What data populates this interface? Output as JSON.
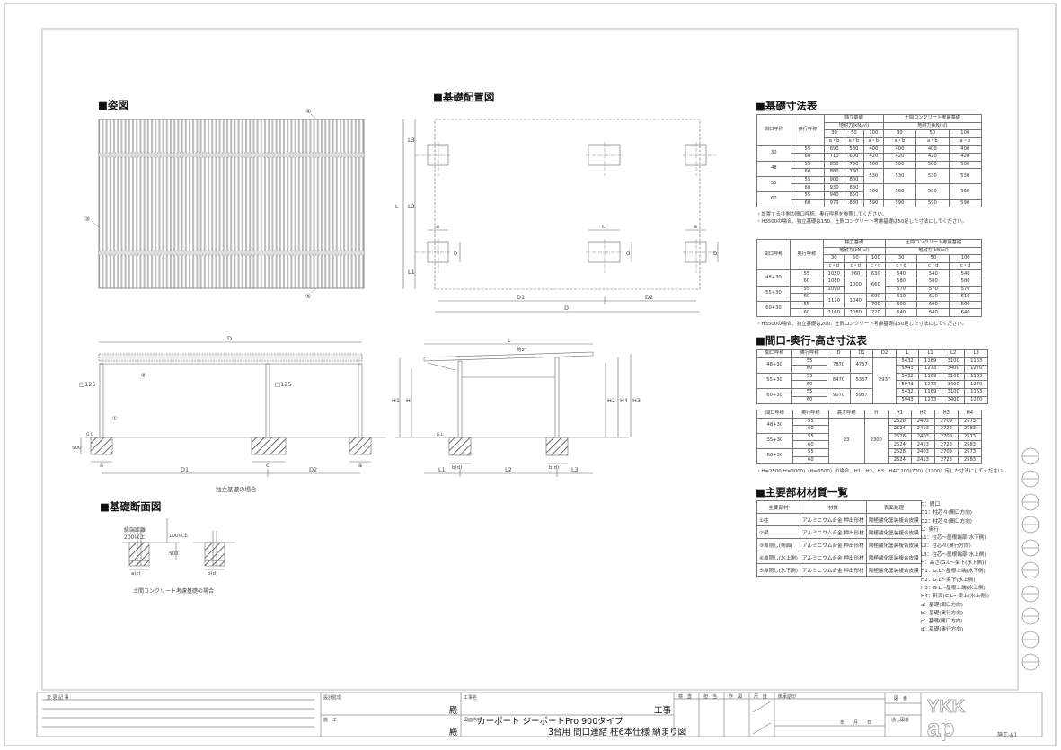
{
  "sections": {
    "elevation_title": "■姿図",
    "layout_title": "■基礎配置図",
    "foundation_table_title": "■基礎寸法表",
    "height_table_title": "■間口-奥行-高さ寸法表",
    "section_title": "■基礎断面図",
    "material_title": "■主要部材材質一覧"
  },
  "drawing_labels": {
    "D": "D",
    "D1": "D1",
    "D2": "D2",
    "L": "L",
    "L1": "L1",
    "L2": "L2",
    "L3": "L3",
    "H": "H",
    "H1": "H1",
    "H2": "H2",
    "H3": "H3",
    "H4": "H4",
    "a": "a",
    "b": "b",
    "c": "c",
    "d": "d",
    "bd": "b(d)",
    "ac": "a(c)",
    "post": "□125",
    "gl": "G L",
    "depth": "500",
    "slope": "約2°",
    "c1": "①",
    "c2": "②",
    "c4": "④",
    "c5": "⑤",
    "c3": "③",
    "independent_caption": "独立基礎の場合",
    "edge_distance": "縁端距離",
    "edge_value": "200以上",
    "over100": "100以上",
    "slab_caption": "土間コンクリート考慮基礎の場合"
  },
  "foundation_table_1": {
    "h_open": "間口呼称",
    "h_depth": "奥行呼称",
    "g1": "独立基礎",
    "g2": "土間コンクリート考慮基礎",
    "bearing": "地耐力(kN/㎡)",
    "loads": [
      "30",
      "50",
      "100",
      "30",
      "50",
      "100"
    ],
    "unit": "a・b",
    "rows": [
      [
        "30",
        "55",
        "690",
        "580",
        "400",
        "400",
        "400",
        "400"
      ],
      [
        "",
        "60",
        "710",
        "600",
        "420",
        "420",
        "420",
        "420"
      ],
      [
        "48",
        "55",
        "850",
        "750",
        "500",
        "500",
        "500",
        "500"
      ],
      [
        "",
        "60",
        "880",
        "780",
        "530",
        "530",
        "530",
        "530"
      ],
      [
        "55",
        "55",
        "900",
        "800",
        "",
        "",
        "",
        ""
      ],
      [
        "",
        "60",
        "930",
        "830",
        "560",
        "560",
        "560",
        "560"
      ],
      [
        "60",
        "55",
        "940",
        "850",
        "",
        "",
        "",
        ""
      ],
      [
        "",
        "60",
        "970",
        "880",
        "590",
        "590",
        "590",
        "590"
      ]
    ],
    "notes": [
      "・設置する柱側の間口呼称、奥行呼称を参照してください。",
      "・H3500の場合、独立基礎は150、土間コンクリート考慮基礎は50足した寸法にしてください。"
    ]
  },
  "foundation_table_2": {
    "unit": "c・d",
    "rows": [
      [
        "48+30",
        "55",
        "1050",
        "960",
        "630",
        "540",
        "540",
        "540"
      ],
      [
        "",
        "60",
        "1080",
        "1000",
        "660",
        "580",
        "580",
        "580"
      ],
      [
        "55+30",
        "55",
        "1090",
        "",
        "",
        "570",
        "570",
        "570"
      ],
      [
        "",
        "60",
        "1120",
        "1040",
        "690",
        "610",
        "610",
        "610"
      ],
      [
        "60+30",
        "55",
        "",
        "",
        "700",
        "600",
        "600",
        "600"
      ],
      [
        "",
        "60",
        "1160",
        "1080",
        "720",
        "640",
        "640",
        "640"
      ]
    ],
    "notes": [
      "・H3500の場合、独立基礎は200、土間コンクリート考慮基礎は50足した寸法にしてください。"
    ]
  },
  "height_table_1": {
    "headers": [
      "間口呼称",
      "奥行呼称",
      "D",
      "D1",
      "D2",
      "L",
      "L1",
      "L2",
      "L3"
    ],
    "groups": [
      {
        "open": "48+30",
        "D": "7870",
        "D1": "4737"
      },
      {
        "open": "55+30",
        "D": "8470",
        "D1": "5337"
      },
      {
        "open": "60+30",
        "D": "9070",
        "D1": "5937"
      }
    ],
    "D2": "2937",
    "rows": [
      [
        "55",
        "5432",
        "1169",
        "3100",
        "1163"
      ],
      [
        "60",
        "5943",
        "1273",
        "3400",
        "1270"
      ],
      [
        "55",
        "5432",
        "1169",
        "3100",
        "1163"
      ],
      [
        "60",
        "5943",
        "1273",
        "3400",
        "1270"
      ],
      [
        "55",
        "5432",
        "1169",
        "3100",
        "1163"
      ],
      [
        "60",
        "5943",
        "1273",
        "3400",
        "1270"
      ]
    ]
  },
  "height_table_2": {
    "headers": [
      "間口呼称",
      "奥行呼称",
      "高さ呼称",
      "H",
      "H1",
      "H2",
      "H3",
      "H4"
    ],
    "opens": [
      "48+30",
      "55+30",
      "60+30"
    ],
    "height_code": "23",
    "H": "2300",
    "rows": [
      [
        "55",
        "2528",
        "2403",
        "2709",
        "2573"
      ],
      [
        "60",
        "2524",
        "2413",
        "2723",
        "2583"
      ],
      [
        "55",
        "2528",
        "2403",
        "2709",
        "2573"
      ],
      [
        "60",
        "2524",
        "2413",
        "2723",
        "2583"
      ],
      [
        "55",
        "2528",
        "2403",
        "2709",
        "2573"
      ],
      [
        "60",
        "2524",
        "2413",
        "2723",
        "2583"
      ]
    ],
    "note": "・H=2500(H=3000)〈H=3500〉の場合、H1、H2、H3、H4に200(700)〈1200〉足した寸法にしてください。"
  },
  "materials": {
    "headers": [
      "主要部材",
      "材質",
      "表面処理"
    ],
    "rows": [
      [
        "①柱",
        "アルミニウム合金 押出形材",
        "陽極酸化塗装複合皮膜"
      ],
      [
        "②梁",
        "アルミニウム合金 押出形材",
        "陽極酸化塗装複合皮膜"
      ],
      [
        "③鼻隠し(側面)",
        "アルミニウム合金 押出形材",
        "陽極酸化塗装複合皮膜"
      ],
      [
        "④鼻隠し(水上側)",
        "アルミニウム合金 押出形材",
        "陽極酸化塗装複合皮膜"
      ],
      [
        "⑤鼻隠し(水下側)",
        "アルミニウム合金 押出形材",
        "陽極酸化塗装複合皮膜"
      ]
    ]
  },
  "legend": [
    "D：間口",
    "D1：柱芯々(間口方向)",
    "D2：柱芯々(間口方向)",
    "L：奥行",
    "L1：柱芯～屋根端部(水下側)",
    "L2：柱芯々(奥行方向)",
    "L3：柱芯～屋根端部(水上側)",
    "H：高さ(G.L～梁下(水下側))",
    "H1：G.L～屋根上端(水下側)",
    "H2：G.L～梁下(水上側)",
    "H3：G.L～屋根上端(水上側)",
    "H4：軒高(G.L～梁上(水上側))",
    "a：基礎(間口方向)",
    "b：基礎(奥行方向)",
    "c：基礎(間口方向)",
    "d：基礎(奥行方向)"
  ],
  "title_block": {
    "change_log": "変 更 記 事",
    "design_supervision": "設計監理",
    "construction": "施　工",
    "honorific": "殿",
    "project_name_label": "工事名",
    "project_suffix": "工事",
    "drawing_content_label": "図面内容",
    "drawing_title_1": "カーポート ジーポートPro 900タイプ",
    "drawing_title_2": "3台用 間口連結 柱6本仕様 納まり図",
    "inspect": "検　査",
    "charge": "担　当",
    "draft": "作　図",
    "scale": "尺　度",
    "approval": "御承認印",
    "date": "年　　月　　日",
    "drawing_no": "図　番",
    "serial_no": "通し図番",
    "logo": "YKK ap",
    "sheet": "施工-A1"
  }
}
